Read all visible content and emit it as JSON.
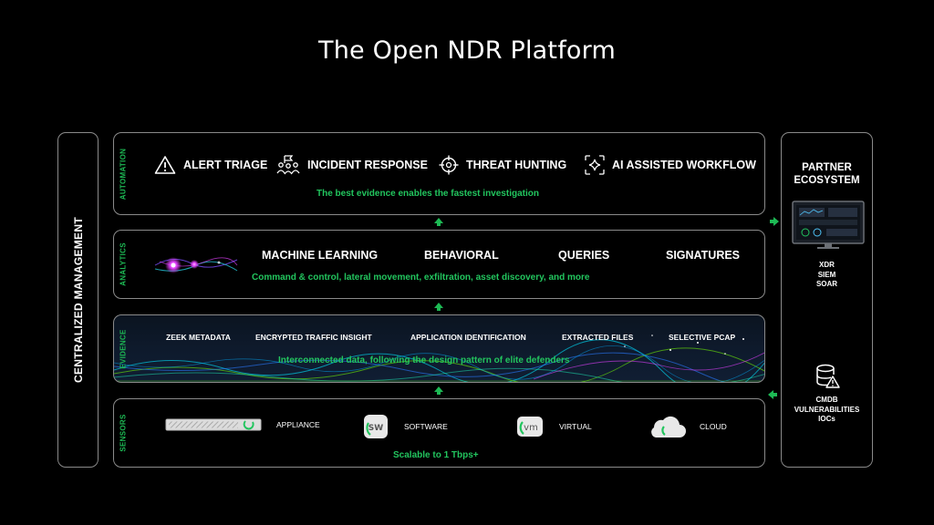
{
  "title": "The Open NDR Platform",
  "left_panel": {
    "label": "CENTRALIZED MANAGEMENT"
  },
  "layers": {
    "automation": {
      "side_label": "AUTOMATION",
      "items": [
        {
          "label": "ALERT TRIAGE",
          "icon": "warning-triangle-icon"
        },
        {
          "label": "INCIDENT RESPONSE",
          "icon": "team-flag-icon"
        },
        {
          "label": "THREAT HUNTING",
          "icon": "crosshair-icon"
        },
        {
          "label": "AI ASSISTED WORKFLOW",
          "icon": "ai-sparkle-icon"
        }
      ],
      "subtitle": "The best evidence enables the fastest investigation"
    },
    "analytics": {
      "side_label": "ANALYTICS",
      "items": [
        {
          "label": "MACHINE LEARNING"
        },
        {
          "label": "BEHAVIORAL"
        },
        {
          "label": "QUERIES"
        },
        {
          "label": "SIGNATURES"
        }
      ],
      "subtitle": "Command & control, lateral movement, exfiltration, asset discovery, and more"
    },
    "evidence": {
      "side_label": "EVIDENCE",
      "items": [
        {
          "label": "ZEEK METADATA"
        },
        {
          "label": "ENCRYPTED TRAFFIC INSIGHT"
        },
        {
          "label": "APPLICATION IDENTIFICATION"
        },
        {
          "label": "EXTRACTED FILES"
        },
        {
          "label": "SELECTIVE PCAP"
        }
      ],
      "subtitle": "Interconnected data, following the design pattern of elite defenders"
    },
    "sensors": {
      "side_label": "SENSORS",
      "items": [
        {
          "label": "APPLIANCE",
          "icon": "appliance-icon"
        },
        {
          "label": "SOFTWARE",
          "icon": "software-icon",
          "badge": "SW"
        },
        {
          "label": "VIRTUAL",
          "icon": "virtual-icon",
          "badge": "vm"
        },
        {
          "label": "CLOUD",
          "icon": "cloud-icon"
        }
      ],
      "subtitle": "Scalable to 1 Tbps+"
    }
  },
  "partner": {
    "title_line1": "PARTNER",
    "title_line2": "ECOSYSTEM",
    "out_list": [
      "XDR",
      "SIEM",
      "SOAR"
    ],
    "in_list": [
      "CMDB",
      "VULNERABILITIES",
      "IOCs"
    ]
  },
  "colors": {
    "accent": "#22c55e",
    "border": "#8a8a8a",
    "background": "#000000"
  }
}
